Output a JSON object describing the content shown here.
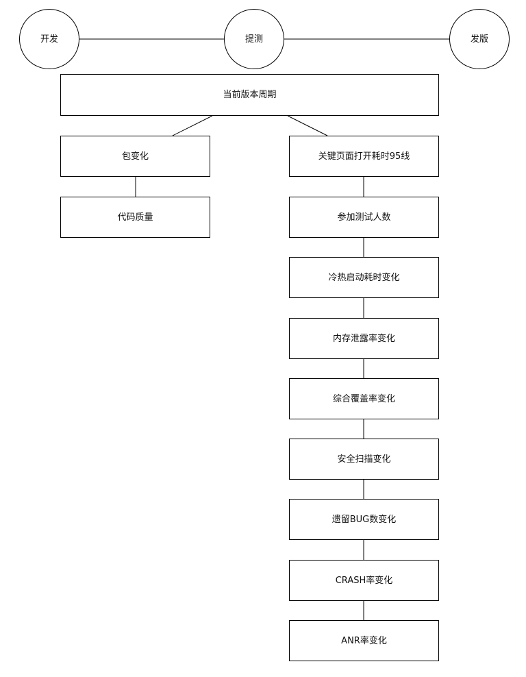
{
  "phases": {
    "dev": "开发",
    "test": "提测",
    "release": "发版"
  },
  "cycle": "当前版本周期",
  "left_branch": [
    "包变化",
    "代码质量"
  ],
  "right_branch": [
    "关键页面打开耗时95线",
    "参加测试人数",
    "冷热启动耗时变化",
    "内存泄露率变化",
    "综合覆盖率变化",
    "安全扫描变化",
    "遗留BUG数变化",
    "CRASH率变化",
    "ANR率变化"
  ]
}
